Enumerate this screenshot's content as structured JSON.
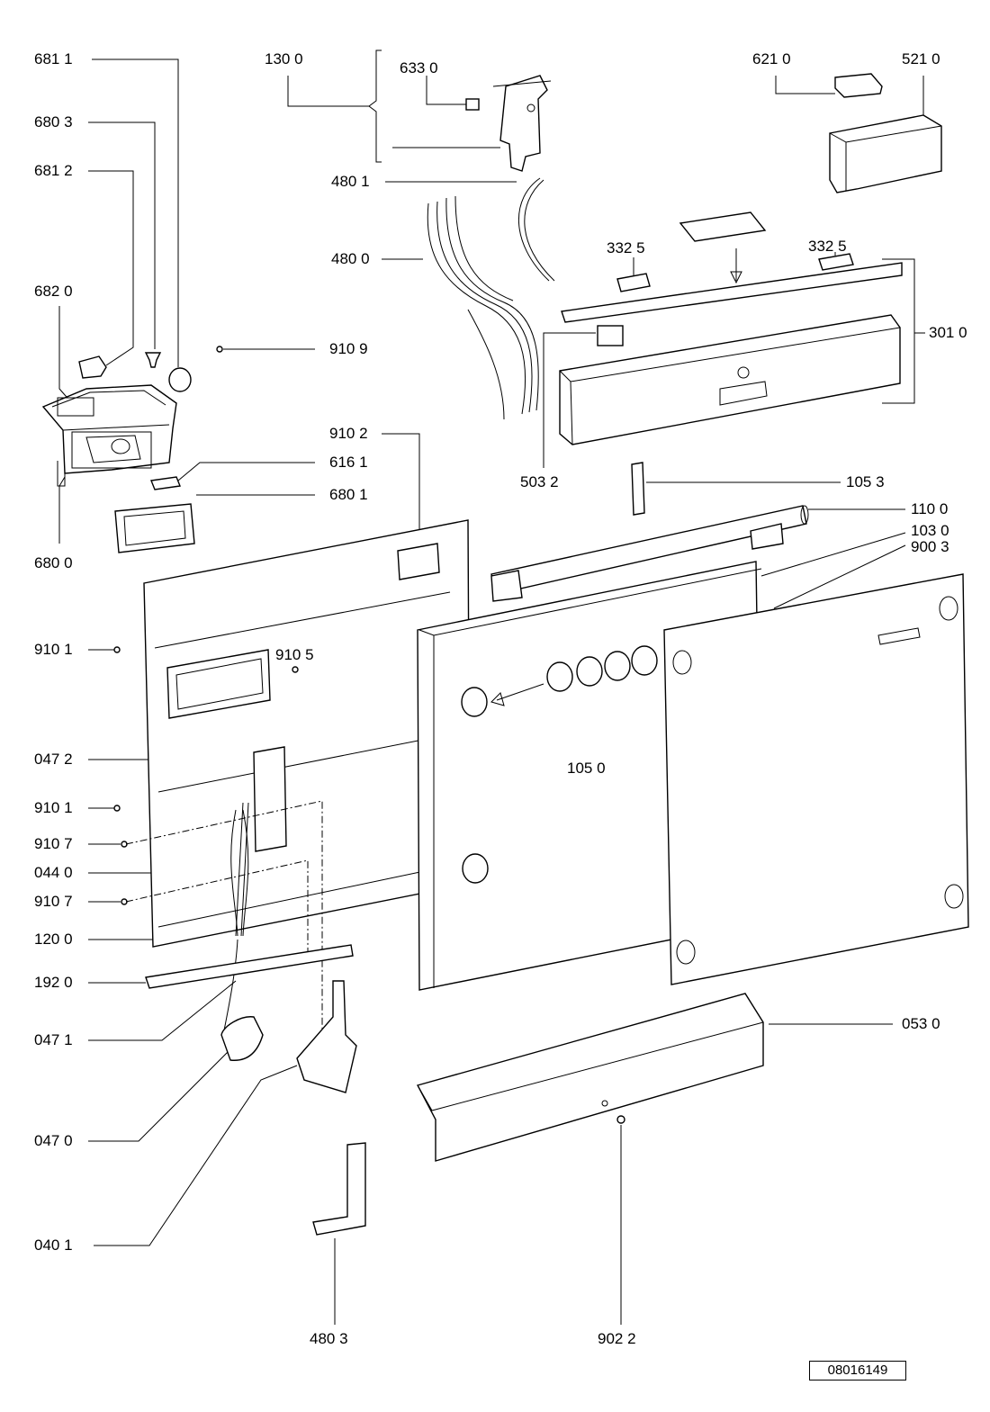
{
  "diagram": {
    "labels": [
      {
        "id": "l6811",
        "text": "681 1"
      },
      {
        "id": "l6803",
        "text": "680 3"
      },
      {
        "id": "l6812",
        "text": "681 2"
      },
      {
        "id": "l6820",
        "text": "682 0"
      },
      {
        "id": "l6800",
        "text": "680 0"
      },
      {
        "id": "l1300",
        "text": "130 0"
      },
      {
        "id": "l6330",
        "text": "633 0"
      },
      {
        "id": "l6210",
        "text": "621 0"
      },
      {
        "id": "l5210",
        "text": "521 0"
      },
      {
        "id": "l4801",
        "text": "480 1"
      },
      {
        "id": "l4800",
        "text": "480 0"
      },
      {
        "id": "l3325a",
        "text": "332  5"
      },
      {
        "id": "l3325b",
        "text": "332  5"
      },
      {
        "id": "l3010",
        "text": "301 0"
      },
      {
        "id": "l9109",
        "text": "910 9"
      },
      {
        "id": "l9102",
        "text": "910 2"
      },
      {
        "id": "l6161",
        "text": "616 1"
      },
      {
        "id": "l6801",
        "text": "680 1"
      },
      {
        "id": "l5032",
        "text": "503 2"
      },
      {
        "id": "l1053",
        "text": "105 3"
      },
      {
        "id": "l1100",
        "text": "110 0"
      },
      {
        "id": "l1030",
        "text": "103 0"
      },
      {
        "id": "l9003",
        "text": "900 3"
      },
      {
        "id": "l9101a",
        "text": "910 1"
      },
      {
        "id": "l9105",
        "text": "910 5"
      },
      {
        "id": "l0472",
        "text": "047 2"
      },
      {
        "id": "l1050",
        "text": "105 0"
      },
      {
        "id": "l9101b",
        "text": "910 1"
      },
      {
        "id": "l9107a",
        "text": "910 7"
      },
      {
        "id": "l0440",
        "text": "044 0"
      },
      {
        "id": "l9107b",
        "text": "910 7"
      },
      {
        "id": "l1200",
        "text": "120 0"
      },
      {
        "id": "l1920",
        "text": "192 0"
      },
      {
        "id": "l0471",
        "text": "047 1"
      },
      {
        "id": "l0530",
        "text": "053 0"
      },
      {
        "id": "l0470",
        "text": "047 0"
      },
      {
        "id": "l0401",
        "text": "040 1"
      },
      {
        "id": "l4803",
        "text": "480 3"
      },
      {
        "id": "l9022",
        "text": "902 2"
      }
    ],
    "doc_id": "08016149"
  }
}
